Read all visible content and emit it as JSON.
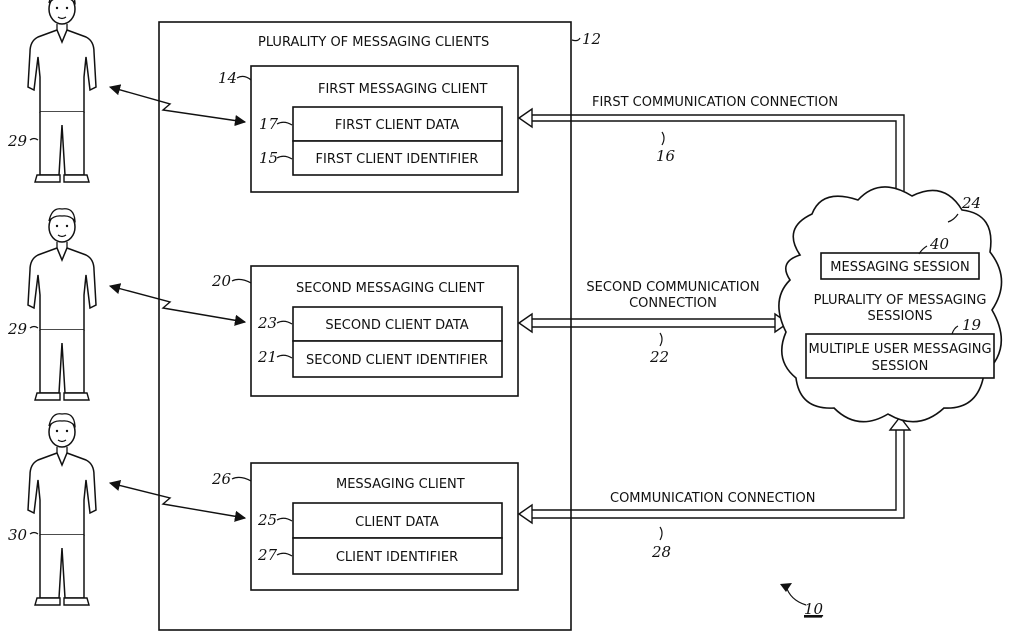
{
  "container": {
    "title": "PLURALITY OF MESSAGING CLIENTS",
    "ref": "12"
  },
  "clients": [
    {
      "title": "FIRST MESSAGING CLIENT",
      "ref": "14",
      "data_label": "FIRST CLIENT DATA",
      "data_ref": "17",
      "id_label": "FIRST CLIENT IDENTIFIER",
      "id_ref": "15",
      "user_ref": "29"
    },
    {
      "title": "SECOND MESSAGING CLIENT",
      "ref": "20",
      "data_label": "SECOND CLIENT DATA",
      "data_ref": "23",
      "id_label": "SECOND CLIENT IDENTIFIER",
      "id_ref": "21",
      "user_ref": "29"
    },
    {
      "title": "MESSAGING CLIENT",
      "ref": "26",
      "data_label": "CLIENT DATA",
      "data_ref": "25",
      "id_label": "CLIENT IDENTIFIER",
      "id_ref": "27",
      "user_ref": "30"
    }
  ],
  "connections": [
    {
      "label_line1": "FIRST COMMUNICATION CONNECTION",
      "label_line2": "",
      "ref": "16"
    },
    {
      "label_line1": "SECOND COMMUNICATION",
      "label_line2": "CONNECTION",
      "ref": "22"
    },
    {
      "label_line1": "COMMUNICATION CONNECTION",
      "label_line2": "",
      "ref": "28"
    }
  ],
  "cloud": {
    "ref": "24",
    "session_label": "MESSAGING SESSION",
    "session_ref": "40",
    "plurality_line1": "PLURALITY OF MESSAGING",
    "plurality_line2": "SESSIONS",
    "multi_line1": "MULTIPLE USER MESSAGING",
    "multi_line2": "SESSION",
    "multi_ref": "19"
  },
  "figure_ref": "10"
}
